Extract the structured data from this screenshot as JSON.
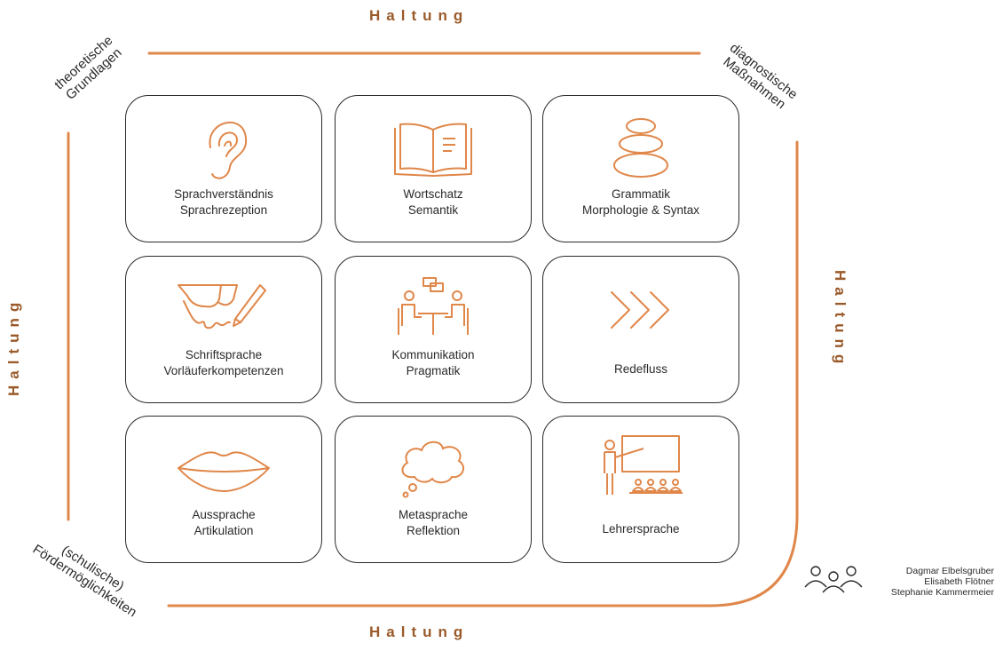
{
  "frame_label": "Haltung",
  "corners": {
    "top_left": [
      "theoretische",
      "Grundlagen"
    ],
    "top_right": [
      "diagnostische",
      "Maßnahmen"
    ],
    "bottom_left": [
      "(schulische)",
      "Fördermöglichkeiten"
    ]
  },
  "cards": [
    {
      "icon": "ear-icon",
      "lines": [
        "Sprachverständnis",
        "Sprachrezeption"
      ]
    },
    {
      "icon": "open-book-icon",
      "lines": [
        "Wortschatz",
        "Semantik"
      ]
    },
    {
      "icon": "stacked-stones-icon",
      "lines": [
        "Grammatik",
        "Morphologie & Syntax"
      ]
    },
    {
      "icon": "glasses-pen-icon",
      "lines": [
        "Schriftsprache",
        "Vorläuferkompetenzen"
      ]
    },
    {
      "icon": "people-talking-icon",
      "lines": [
        "Kommunikation",
        "Pragmatik"
      ]
    },
    {
      "icon": "chevrons-icon",
      "lines": [
        "Redefluss"
      ]
    },
    {
      "icon": "lips-icon",
      "lines": [
        "Aussprache",
        "Artikulation"
      ]
    },
    {
      "icon": "thought-cloud-icon",
      "lines": [
        "Metasprache",
        "Reflektion"
      ]
    },
    {
      "icon": "teacher-board-icon",
      "lines": [
        "Lehrersprache"
      ]
    }
  ],
  "authors": [
    "Dagmar Elbelsgruber",
    "Elisabeth Flötner",
    "Stephanie Kammermeier"
  ],
  "colors": {
    "accent": "#e0874a",
    "frame_text": "#9a5a2a",
    "ink": "#2a2a2a"
  }
}
